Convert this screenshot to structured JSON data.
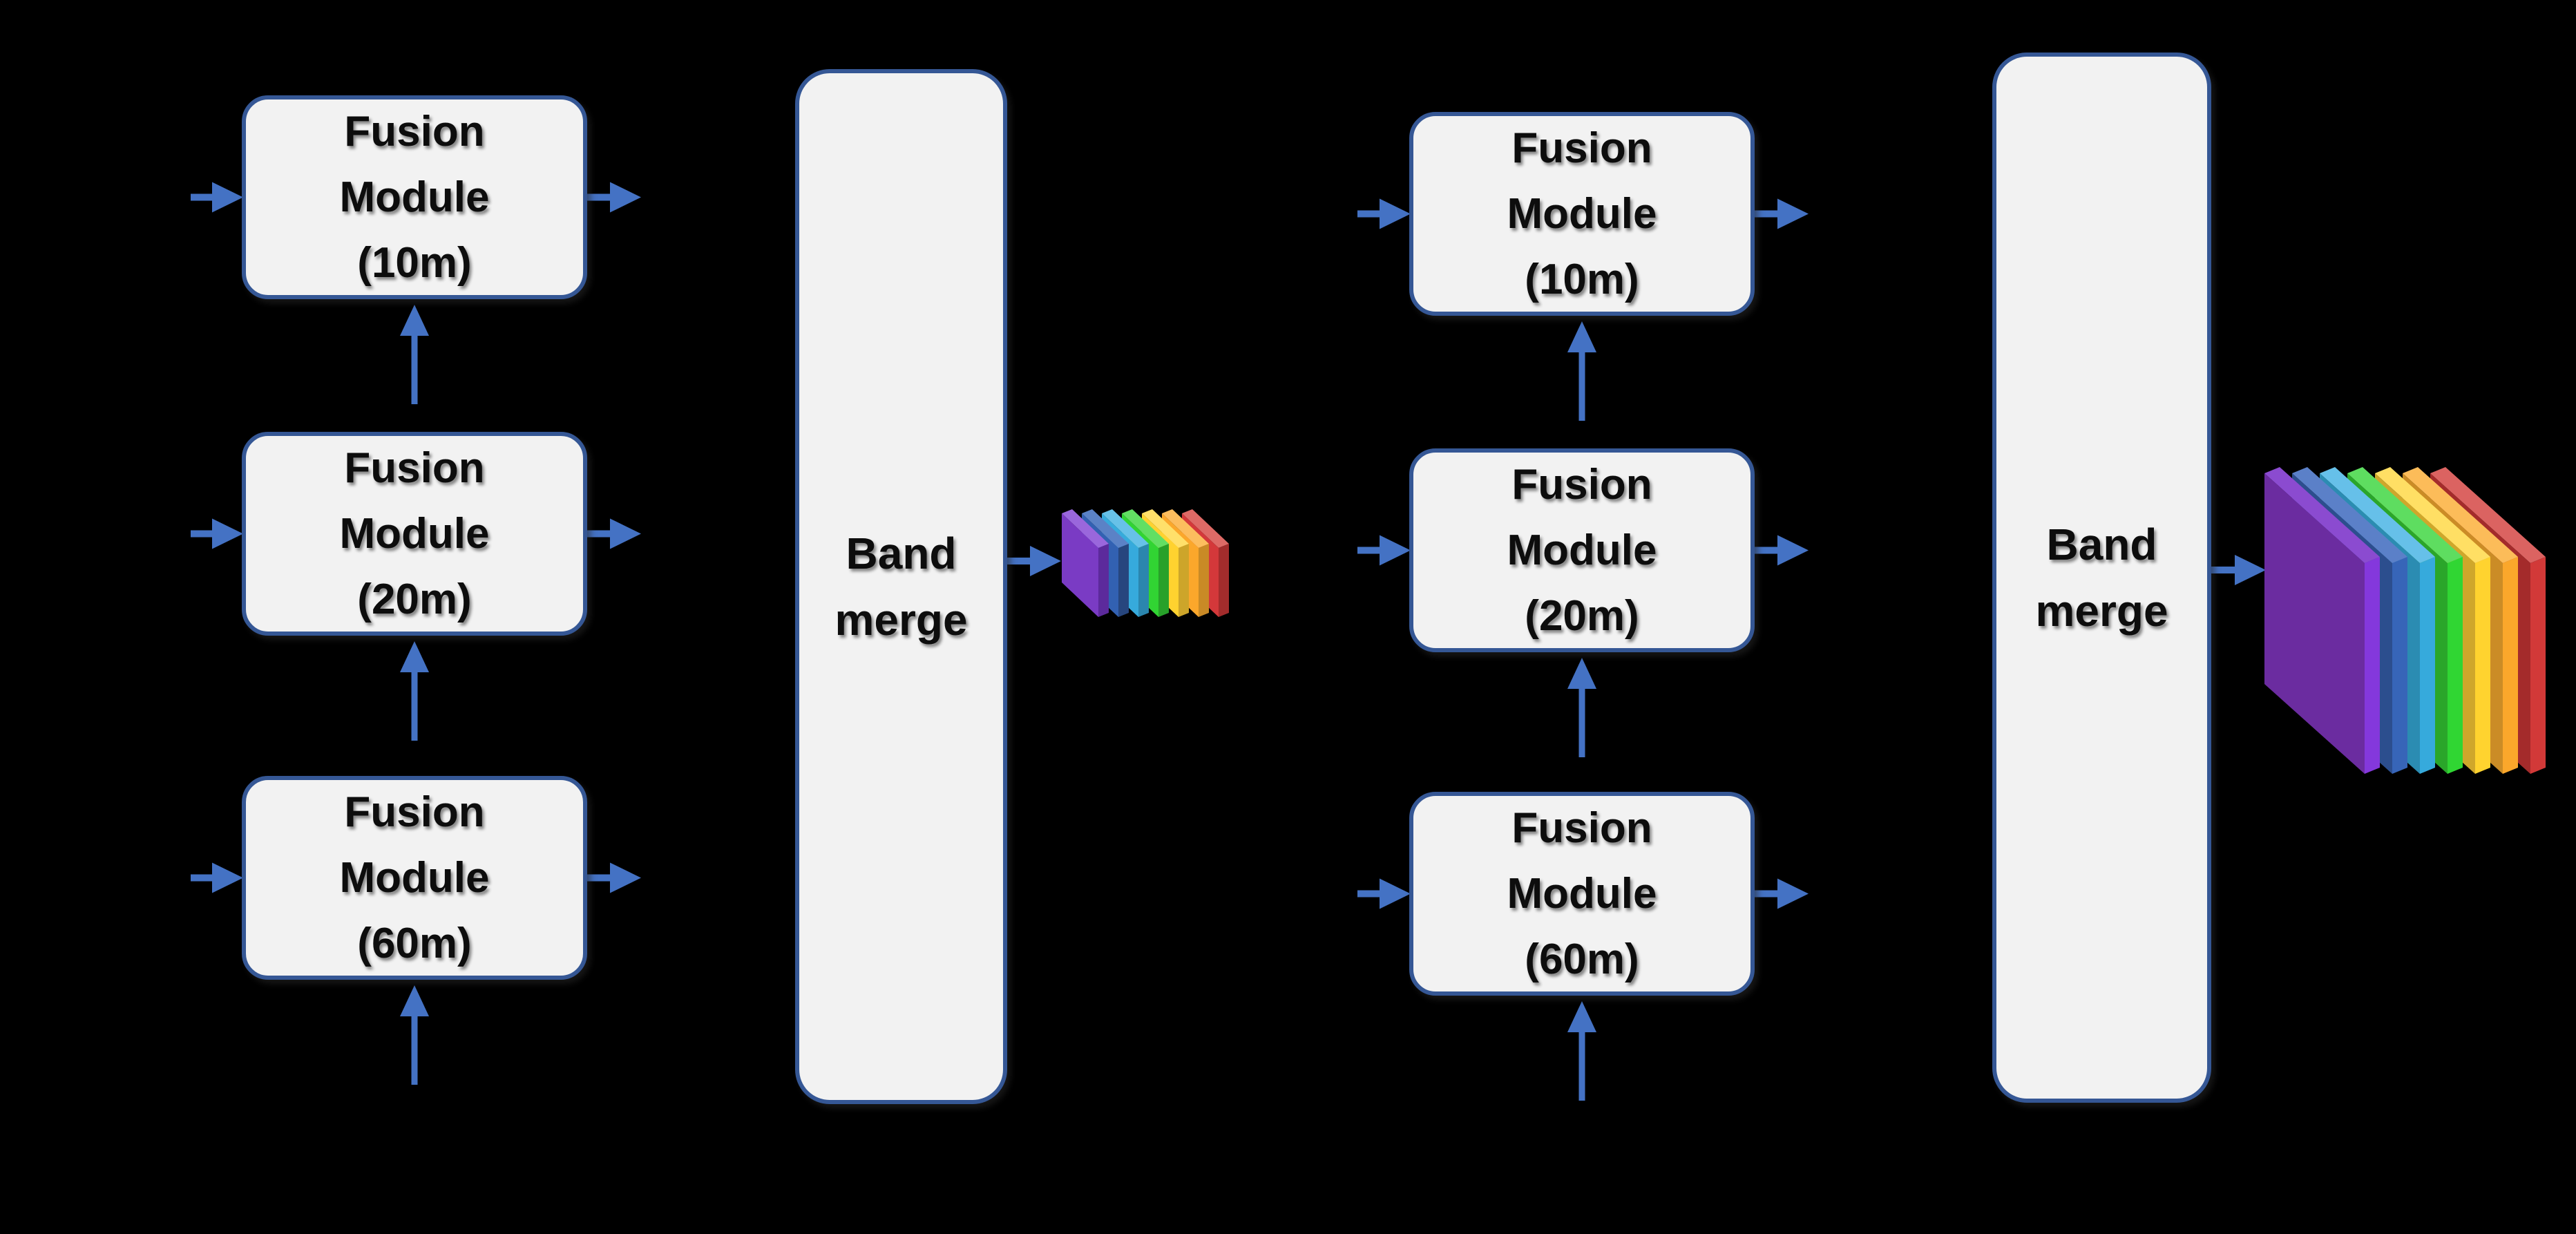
{
  "canvas": {
    "background": "#000000"
  },
  "palette": {
    "box_fill": "#F2F2F2",
    "box_border": "#355795",
    "arrow": "#4472C4",
    "text": "#0D0D0D"
  },
  "left_pipeline": {
    "modules": [
      {
        "line1": "Fusion",
        "line2": "Module",
        "line3": "(10m)"
      },
      {
        "line1": "Fusion",
        "line2": "Module",
        "line3": "(20m)"
      },
      {
        "line1": "Fusion",
        "line2": "Module",
        "line3": "(60m)"
      }
    ],
    "band_merge": {
      "line1": "Band",
      "line2": "merge"
    }
  },
  "right_pipeline": {
    "modules": [
      {
        "line1": "Fusion",
        "line2": "Module",
        "line3": "(10m)"
      },
      {
        "line1": "Fusion",
        "line2": "Module",
        "line3": "(20m)"
      },
      {
        "line1": "Fusion",
        "line2": "Module",
        "line3": "(60m)"
      }
    ],
    "band_merge": {
      "line1": "Band",
      "line2": "merge"
    }
  },
  "stacks": {
    "small": {
      "layers": [
        {
          "name": "purple",
          "front": "#7A3BC4",
          "side": "#5C2A9C",
          "top": "#9A67DC"
        },
        {
          "name": "blue",
          "front": "#3261B2",
          "side": "#27467E",
          "top": "#5B82C6"
        },
        {
          "name": "cyan",
          "front": "#36AADC",
          "side": "#2B86AE",
          "top": "#67C1E8"
        },
        {
          "name": "green",
          "front": "#31D433",
          "side": "#28A12A",
          "top": "#62DF63"
        },
        {
          "name": "yellow",
          "front": "#FFD22F",
          "side": "#CDA52A",
          "top": "#FFE06A"
        },
        {
          "name": "orange",
          "front": "#FBA72B",
          "side": "#C98A26",
          "top": "#FCBD5E"
        },
        {
          "name": "red",
          "front": "#D4383A",
          "side": "#A32C2C",
          "top": "#DE6A66"
        }
      ]
    },
    "large": {
      "layers": [
        {
          "name": "purple",
          "front": "#6B2CA0",
          "side": "#8438DC",
          "top": "#8B4BD0"
        },
        {
          "name": "blue",
          "front": "#2C4E8E",
          "side": "#3765B8",
          "top": "#5B80C8"
        },
        {
          "name": "cyan",
          "front": "#2B8CB2",
          "side": "#36AADC",
          "top": "#66C0E9"
        },
        {
          "name": "green",
          "front": "#2AA62A",
          "side": "#30D633",
          "top": "#5EDD60"
        },
        {
          "name": "yellow",
          "front": "#CFA72B",
          "side": "#FFD32F",
          "top": "#FFDF64"
        },
        {
          "name": "orange",
          "front": "#CB8C26",
          "side": "#FBA72B",
          "top": "#FCBC59"
        },
        {
          "name": "red",
          "front": "#A42B2B",
          "side": "#D23938",
          "top": "#DB6361"
        }
      ]
    }
  }
}
